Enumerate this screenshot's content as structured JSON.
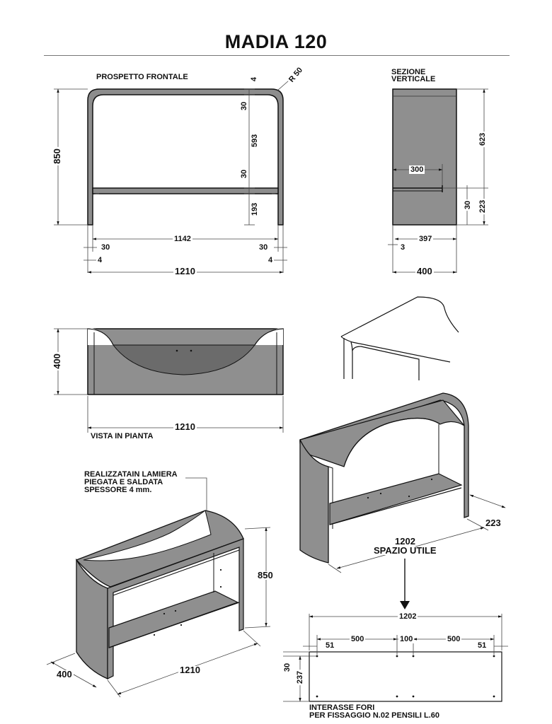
{
  "title": "MADIA 120",
  "views": {
    "front": "PROSPETTO FRONTALE",
    "section": "SEZIONE\nVERTICALE",
    "plan": "VISTA IN PIANTA"
  },
  "front_dims": {
    "d4_top": "4",
    "r50": "R 50",
    "d30_a": "30",
    "d593": "593",
    "d30_b": "30",
    "d193": "193",
    "d850": "850",
    "d1142": "1142",
    "d30_l": "30",
    "d30_r": "30",
    "d4_l": "4",
    "d4_r": "4",
    "d1210": "1210"
  },
  "section_dims": {
    "d623": "623",
    "d300": "300",
    "d30": "30",
    "d223": "223",
    "d397": "397",
    "d3": "3",
    "d400": "400"
  },
  "plan_dims": {
    "d400": "400",
    "d1210": "1210"
  },
  "iso_left": {
    "note": "REALIZZATAIN LAMIERA\nPIEGATA E SALDATA\nSPESSORE 4 mm.",
    "d850": "850",
    "d400": "400",
    "d1210": "1210"
  },
  "iso_right": {
    "d1202": "1202",
    "space": "SPAZIO UTILE",
    "d223": "223"
  },
  "holes": {
    "d1202": "1202",
    "d500_a": "500",
    "d100": "100",
    "d500_b": "500",
    "d51_l": "51",
    "d51_r": "51",
    "d30": "30",
    "d237": "237",
    "note": "INTERASSE FORI\nPER FISSAGGIO N.02 PENSILI L.60"
  }
}
